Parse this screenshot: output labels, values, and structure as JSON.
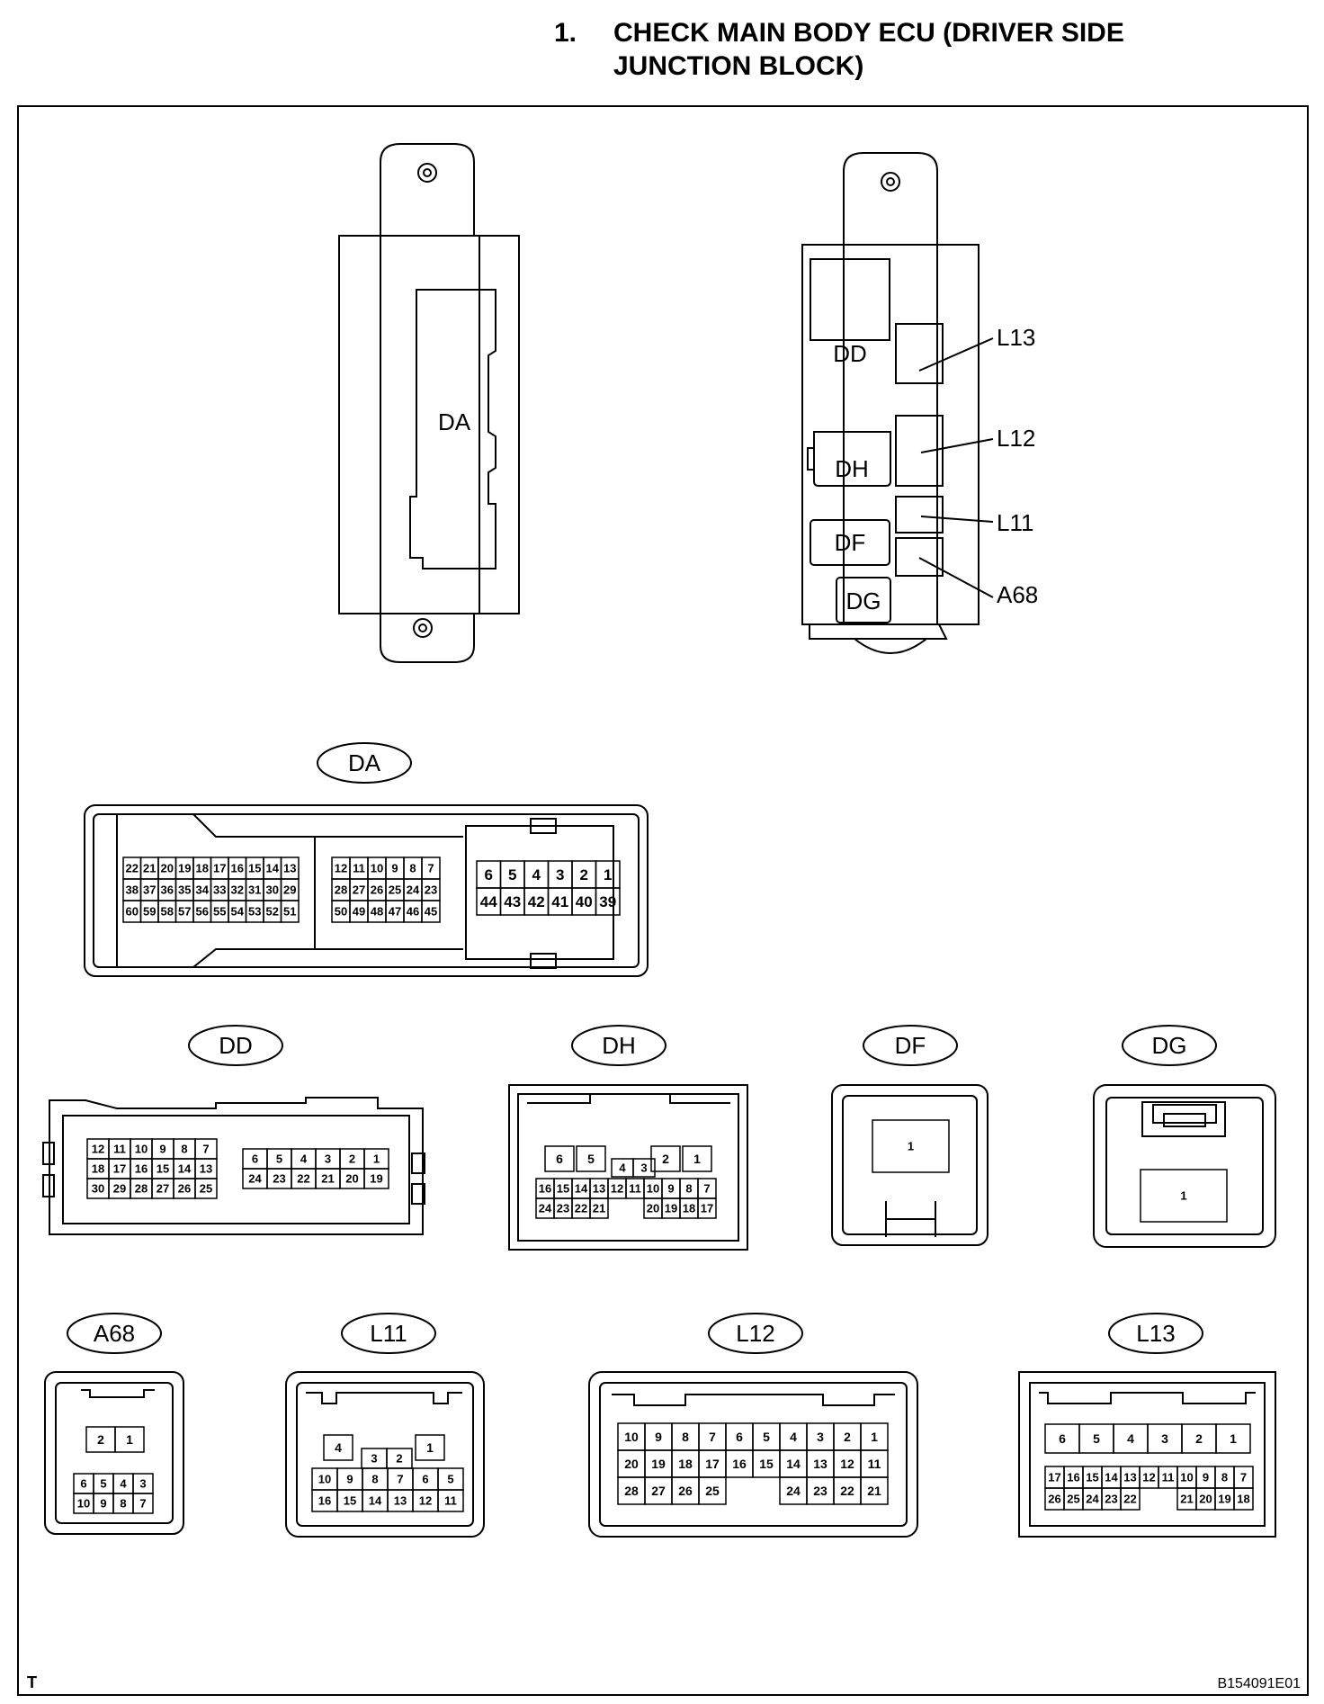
{
  "heading": {
    "number": "1.",
    "text": "CHECK MAIN BODY ECU (DRIVER SIDE JUNCTION BLOCK)"
  },
  "footer": {
    "left_mark": "T",
    "figure_code": "B154091E01"
  },
  "block_labels": {
    "left_ecu": [
      "DA"
    ],
    "right_ecu": [
      "DD",
      "DH",
      "DF",
      "DG"
    ],
    "callouts": [
      "L13",
      "L12",
      "L11",
      "A68"
    ]
  },
  "connectors": {
    "DA": {
      "label": "DA",
      "groups": [
        [
          [
            "22",
            "21",
            "20",
            "19",
            "18",
            "17",
            "16",
            "15",
            "14",
            "13"
          ],
          [
            "38",
            "37",
            "36",
            "35",
            "34",
            "33",
            "32",
            "31",
            "30",
            "29"
          ],
          [
            "60",
            "59",
            "58",
            "57",
            "56",
            "55",
            "54",
            "53",
            "52",
            "51"
          ]
        ],
        [
          [
            "12",
            "11",
            "10",
            "9",
            "8",
            "7"
          ],
          [
            "28",
            "27",
            "26",
            "25",
            "24",
            "23"
          ],
          [
            "50",
            "49",
            "48",
            "47",
            "46",
            "45"
          ]
        ],
        [
          [
            "6",
            "5",
            "4",
            "3",
            "2",
            "1"
          ],
          [
            "44",
            "43",
            "42",
            "41",
            "40",
            "39"
          ]
        ]
      ]
    },
    "DD": {
      "label": "DD",
      "groups": [
        [
          [
            "12",
            "11",
            "10",
            "9",
            "8",
            "7"
          ],
          [
            "18",
            "17",
            "16",
            "15",
            "14",
            "13"
          ],
          [
            "30",
            "29",
            "28",
            "27",
            "26",
            "25"
          ]
        ],
        [
          [
            "6",
            "5",
            "4",
            "3",
            "2",
            "1"
          ],
          [
            "24",
            "23",
            "22",
            "21",
            "20",
            "19"
          ]
        ]
      ]
    },
    "DH": {
      "label": "DH",
      "rows": [
        [
          "6",
          "5",
          "4",
          "3",
          "2",
          "1"
        ],
        [
          "16",
          "15",
          "14",
          "13",
          "12",
          "11",
          "10",
          "9",
          "8",
          "7"
        ],
        [
          "24",
          "23",
          "22",
          "21",
          "20",
          "19",
          "18",
          "17"
        ]
      ]
    },
    "DF": {
      "label": "DF",
      "pins": [
        "1"
      ]
    },
    "DG": {
      "label": "DG",
      "pins": [
        "1"
      ]
    },
    "A68": {
      "label": "A68",
      "rows": [
        [
          "2",
          "1"
        ],
        [
          "6",
          "5",
          "4",
          "3"
        ],
        [
          "10",
          "9",
          "8",
          "7"
        ]
      ]
    },
    "L11": {
      "label": "L11",
      "rows": [
        [
          "4",
          "3",
          "2",
          "1"
        ],
        [
          "10",
          "9",
          "8",
          "7",
          "6",
          "5"
        ],
        [
          "16",
          "15",
          "14",
          "13",
          "12",
          "11"
        ]
      ]
    },
    "L12": {
      "label": "L12",
      "rows": [
        [
          "10",
          "9",
          "8",
          "7",
          "6",
          "5",
          "4",
          "3",
          "2",
          "1"
        ],
        [
          "20",
          "19",
          "18",
          "17",
          "16",
          "15",
          "14",
          "13",
          "12",
          "11"
        ],
        [
          "28",
          "27",
          "26",
          "25",
          "24",
          "23",
          "22",
          "21"
        ]
      ]
    },
    "L13": {
      "label": "L13",
      "rows": [
        [
          "6",
          "5",
          "4",
          "3",
          "2",
          "1"
        ],
        [
          "17",
          "16",
          "15",
          "14",
          "13",
          "12",
          "11",
          "10",
          "9",
          "8",
          "7"
        ],
        [
          "26",
          "25",
          "24",
          "23",
          "22",
          "21",
          "20",
          "19",
          "18"
        ]
      ]
    }
  }
}
